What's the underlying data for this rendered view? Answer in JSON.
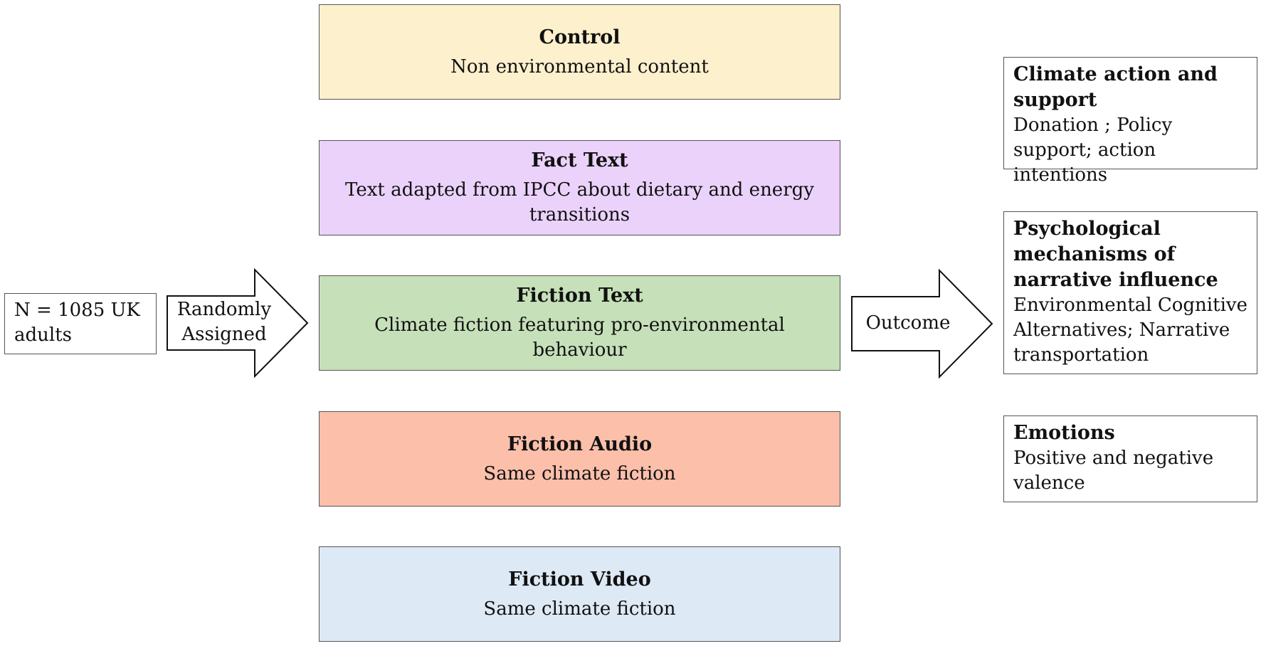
{
  "sample": {
    "text": "N = 1085 UK adults"
  },
  "assign_arrow": {
    "label_line1": "Randomly",
    "label_line2": "Assigned"
  },
  "outcome_arrow": {
    "label": "Outcome"
  },
  "conditions": [
    {
      "title": "Control",
      "description": "Non environmental content",
      "color": "#fdf0cc"
    },
    {
      "title": "Fact Text",
      "description": "Text adapted from IPCC about dietary and energy transitions",
      "color": "#ebd2fb"
    },
    {
      "title": "Fiction Text",
      "description": "Climate fiction featuring pro-environmental behaviour",
      "color": "#c6e0b9"
    },
    {
      "title": "Fiction Audio",
      "description": "Same climate fiction",
      "color": "#fcbfaa"
    },
    {
      "title": "Fiction Video",
      "description": "Same climate fiction",
      "color": "#dde9f5"
    }
  ],
  "outcomes": [
    {
      "title": "Climate action and support",
      "description": "Donation ; Policy support; action intentions"
    },
    {
      "title": "Psychological mechanisms of narrative influence",
      "description": "Environmental Cognitive Alternatives; Narrative transportation"
    },
    {
      "title": "Emotions",
      "description": "Positive and negative valence"
    }
  ],
  "colors": {
    "border": "#555555",
    "arrow_stroke": "#111111",
    "arrow_fill": "#ffffff"
  }
}
